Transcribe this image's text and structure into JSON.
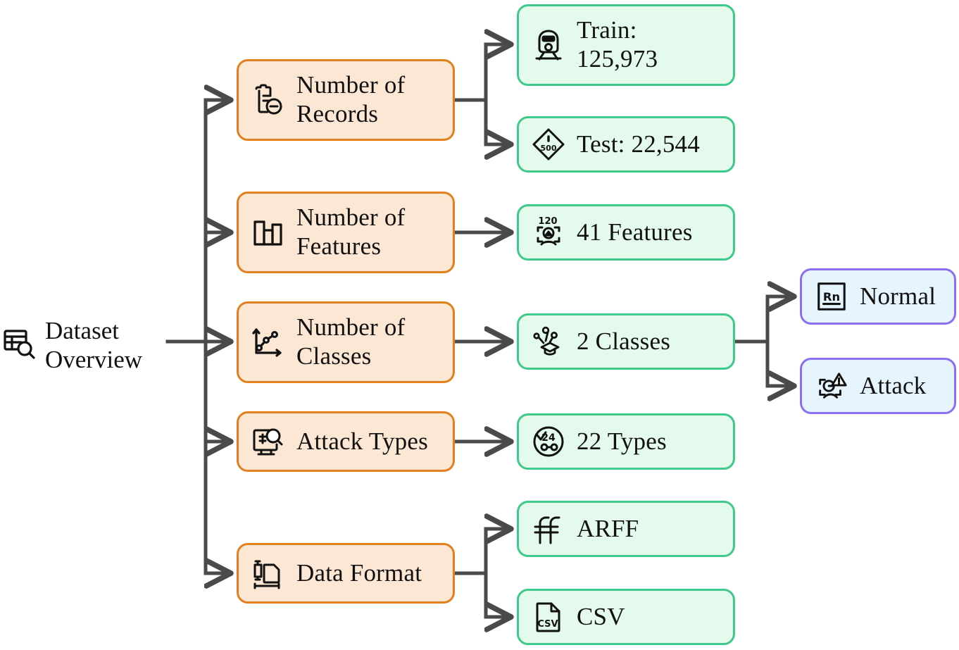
{
  "diagram": {
    "title": "Dataset Overview",
    "type": "tree-flowchart",
    "orientation": "left-to-right",
    "colors": {
      "edge": "#4A4A4A",
      "orange_fill": "#FBE7D4",
      "orange_border": "#E2801E",
      "green_fill": "#E4FAEC",
      "green_border": "#3FC98A",
      "blue_fill": "#E5F4FD",
      "blue_border": "#8C6FF0",
      "text": "#111111"
    }
  },
  "root": {
    "label": "Dataset\nOverview",
    "icon": "dataset-search-icon"
  },
  "categories": [
    {
      "id": "records",
      "label": "Number of\nRecords",
      "icon": "clipboard-minus-icon"
    },
    {
      "id": "features",
      "label": "Number of\nFeatures",
      "icon": "bar-chart-icon"
    },
    {
      "id": "classes",
      "label": "Number of\nClasses",
      "icon": "line-chart-icon"
    },
    {
      "id": "attacks",
      "label": "Attack Types",
      "icon": "monitor-bug-search-icon"
    },
    {
      "id": "format",
      "label": "Data Format",
      "icon": "data-format-icon"
    }
  ],
  "values": [
    {
      "id": "train",
      "label": "Train:\n125,973",
      "icon": "train-icon"
    },
    {
      "id": "test",
      "label": "Test: 22,544",
      "icon": "warning-diamond-500-icon"
    },
    {
      "id": "featcnt",
      "label": "41 Features",
      "icon": "face-scan-120-icon"
    },
    {
      "id": "classcnt",
      "label": "2 Classes",
      "icon": "graduation-cluster-icon"
    },
    {
      "id": "typecnt",
      "label": "22 Types",
      "icon": "clock-24-wrench-icon"
    },
    {
      "id": "arff",
      "label": "ARFF",
      "icon": "ff-ligature-icon"
    },
    {
      "id": "csv",
      "label": "CSV",
      "icon": "csv-file-icon"
    }
  ],
  "classes": [
    {
      "id": "normal",
      "label": "Normal",
      "icon": "rn-box-icon"
    },
    {
      "id": "attack",
      "label": "Attack",
      "icon": "face-scan-warning-icon"
    }
  ]
}
